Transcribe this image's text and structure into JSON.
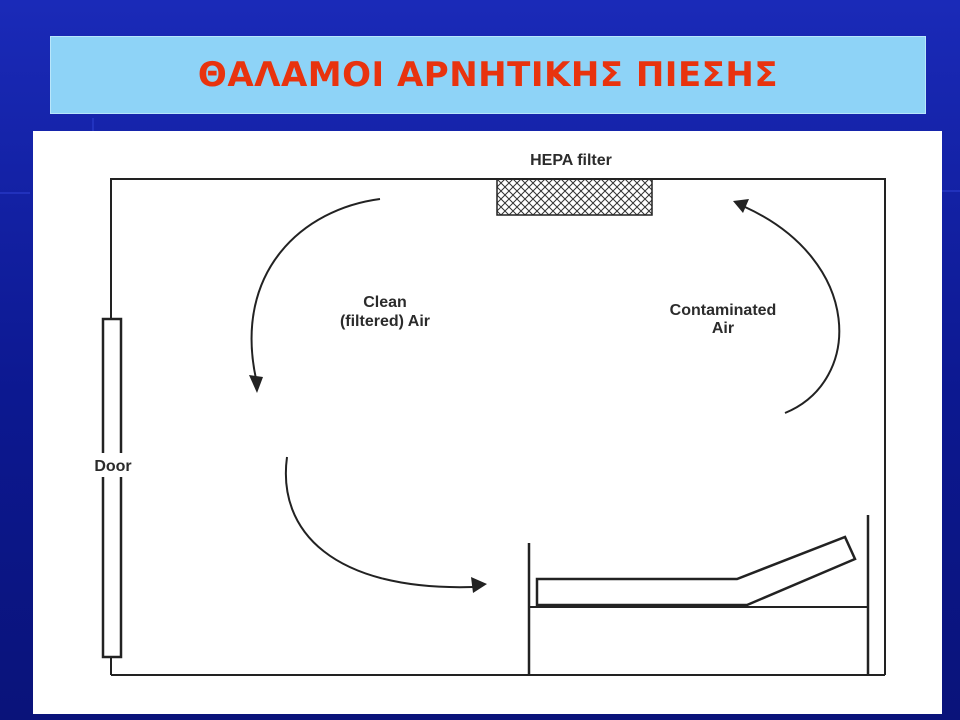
{
  "slide": {
    "title": "ΘΑΛΑΜΟΙ ΑΡΝΗΤΙΚΗΣ ΠΙΕΣΗΣ"
  },
  "diagram": {
    "hepa_label": "HEPA filter",
    "clean_air_line1": "Clean",
    "clean_air_line2": "(filtered) Air",
    "contaminated_line1": "Contaminated",
    "contaminated_line2": "Air",
    "door_label": "Door"
  },
  "colors": {
    "background": "#0c1890",
    "title_box": "#8ed3f7",
    "title_text": "#e8330e",
    "diagram_ink": "#2b2b2b"
  }
}
